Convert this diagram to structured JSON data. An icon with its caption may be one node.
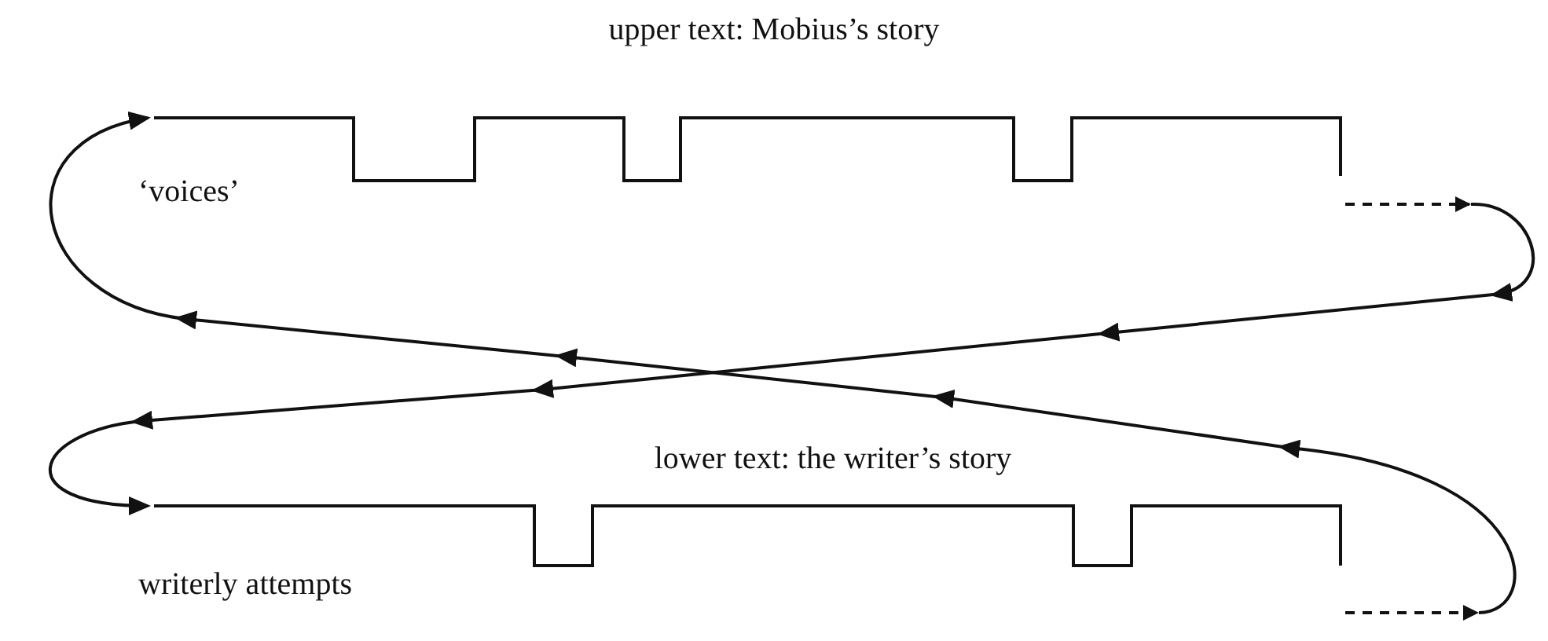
{
  "diagram": {
    "nodes": [
      {
        "text": [
          "‘voices’"
        ]
      },
      {
        "text": [
          "writerly attempts"
        ]
      }
    ],
    "edges": [
      {
        "from": 0,
        "to": 1,
        "arrow": "to"
      },
      {
        "from": 1,
        "to": 0,
        "arrow": "to"
      }
    ],
    "labels": [
      "upper text: Mobius’s story",
      "lower text: the writer’s story"
    ]
  }
}
